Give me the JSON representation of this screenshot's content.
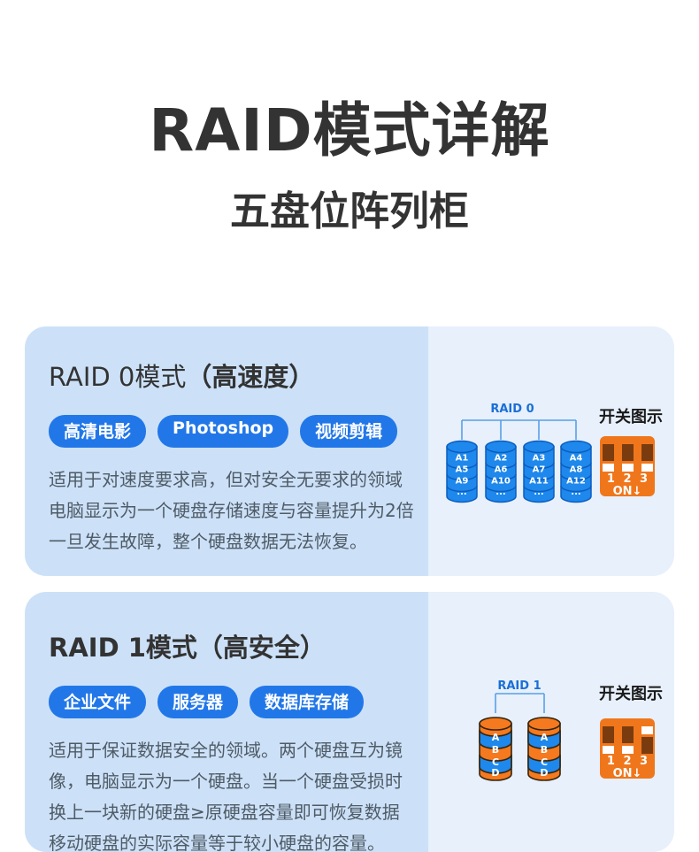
{
  "page": {
    "title": "RAID模式详解",
    "subtitle": "五盘位阵列柜"
  },
  "colors": {
    "accent_blue": "#2277e8",
    "card_left_bg": "#cce1f8",
    "card_right_bg": "#e7f0fb",
    "disk_blue": "#1e88ec",
    "disk_blue_stroke": "#0c5dc0",
    "orange": "#f0761c",
    "disk_orange": "#f5791e",
    "dip_brown": "#7a3c0e",
    "raid_label_blue": "#1a6fd6",
    "title_dark": "#333333",
    "desc_gray": "#4f5b66"
  },
  "cards": [
    {
      "title": "RAID 0模式",
      "title_paren": "（高速度）",
      "tags": [
        "高清电影",
        "Photoshop",
        "视频剪辑"
      ],
      "description_lines": [
        "适用于对速度要求高，但对安全无要求的领域",
        "电脑显示为一个硬盘存储速度与容量提升为2倍",
        "一旦发生故障，整个硬盘数据无法恢复。"
      ],
      "diagram": {
        "raid_label": "RAID 0",
        "switch_label": "开关图示",
        "disks": [
          {
            "labels": [
              "A1",
              "A5",
              "A9",
              "..."
            ]
          },
          {
            "labels": [
              "A2",
              "A6",
              "A10",
              "..."
            ]
          },
          {
            "labels": [
              "A3",
              "A7",
              "A11",
              "..."
            ]
          },
          {
            "labels": [
              "A4",
              "A8",
              "A12",
              "..."
            ]
          }
        ],
        "dip_switch": {
          "numbers": "1 2 3",
          "on_label": "ON↓",
          "states": [
            "up",
            "up",
            "up"
          ]
        }
      }
    },
    {
      "title": "RAID 1模式",
      "title_paren": "（高安全）",
      "tags": [
        "企业文件",
        "服务器",
        "数据库存储"
      ],
      "description_lines": [
        "适用于保证数据安全的领域。两个硬盘互为镜",
        "像，电脑显示为一个硬盘。当一个硬盘受损时",
        "换上一块新的硬盘≥原硬盘容量即可恢复数据",
        "移动硬盘的实际容量等于较小硬盘的容量。"
      ],
      "diagram": {
        "raid_label": "RAID 1",
        "switch_label": "开关图示",
        "disks": [
          {
            "labels": [
              "A",
              "B",
              "C",
              "D"
            ]
          },
          {
            "labels": [
              "A",
              "B",
              "C",
              "D"
            ]
          }
        ],
        "dip_switch": {
          "numbers": "1 2 3",
          "on_label": "ON↓",
          "states": [
            "up",
            "up",
            "down"
          ]
        }
      }
    }
  ]
}
